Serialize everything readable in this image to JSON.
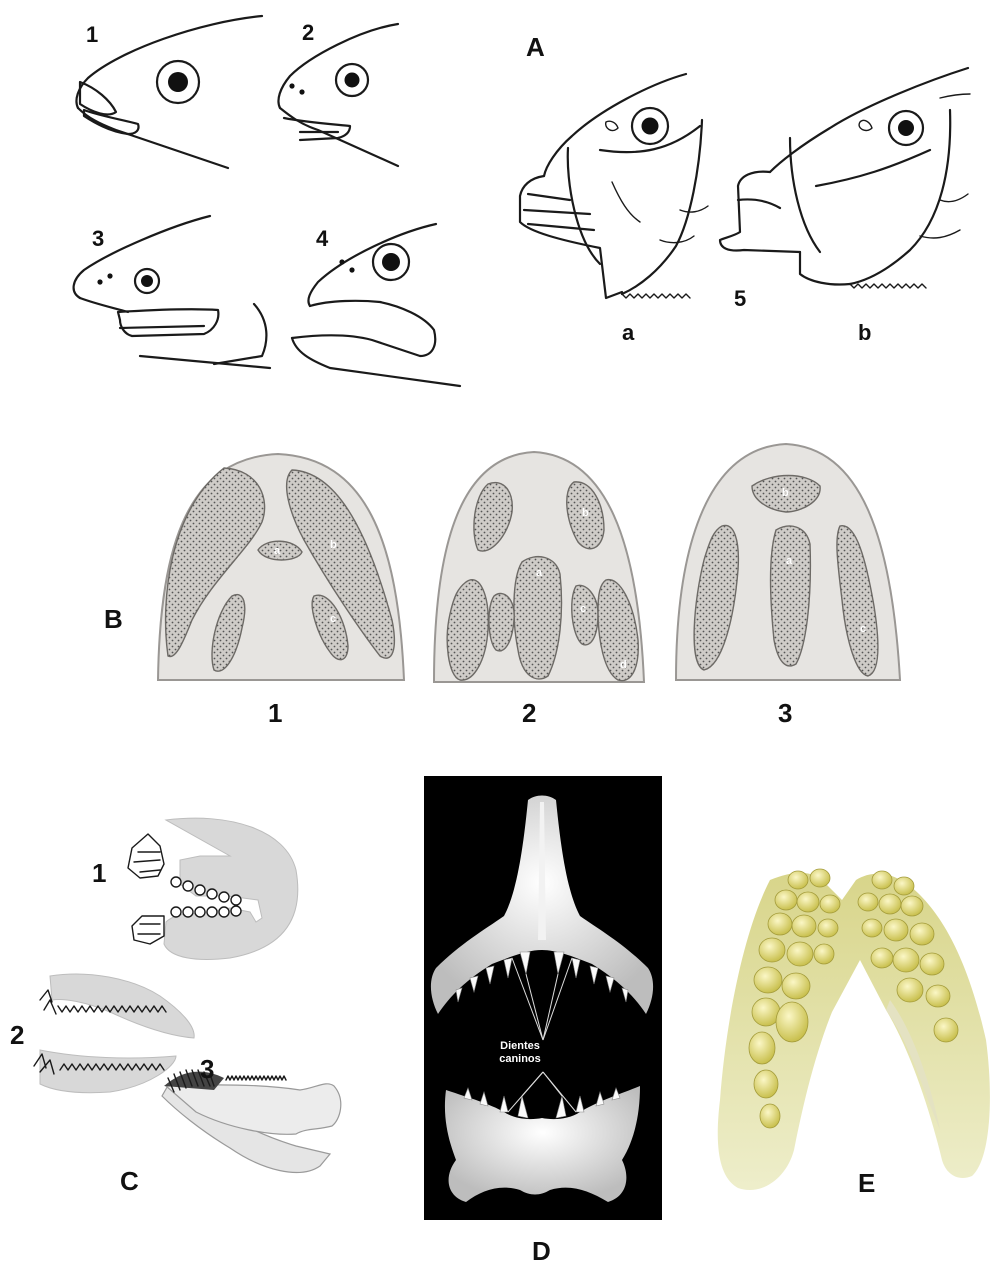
{
  "panels": {
    "A": {
      "letter": "A",
      "heads": [
        "1",
        "2",
        "3",
        "4",
        "5"
      ],
      "sub": [
        "a",
        "b"
      ]
    },
    "B": {
      "letter": "B",
      "palates": [
        "1",
        "2",
        "3"
      ],
      "patch_labels": {
        "p1": [
          "a",
          "b",
          "c"
        ],
        "p2": [
          "a",
          "b",
          "c",
          "d"
        ],
        "p3": [
          "b",
          "a",
          "c"
        ]
      }
    },
    "C": {
      "letter": "C",
      "jaws": [
        "1",
        "2",
        "3"
      ]
    },
    "D": {
      "letter": "D",
      "caption_line1": "Dientes",
      "caption_line2": "caninos",
      "background": "#000000"
    },
    "E": {
      "letter": "E",
      "tooth_color": "#e6e07a"
    }
  }
}
